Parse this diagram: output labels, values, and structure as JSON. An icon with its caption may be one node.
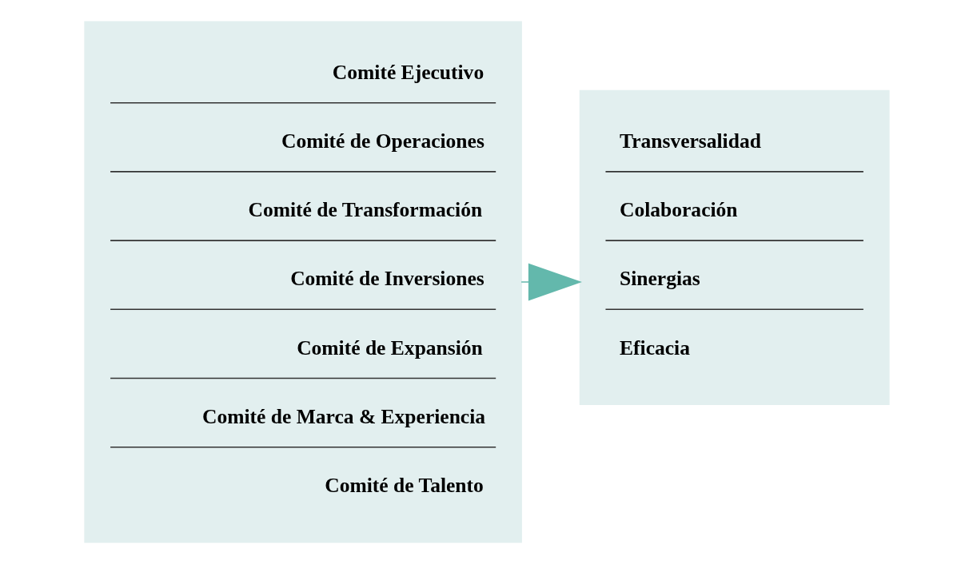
{
  "diagram": {
    "nodes": [
      {
        "text": [],
        "shape": "box"
      },
      {
        "text": [
          "Comité Ejecutivo"
        ],
        "in": 0
      },
      {
        "text": [
          "Comité de Operaciones"
        ],
        "in": 0
      },
      {
        "text": [
          "Comité de Transformación"
        ],
        "in": 0
      },
      {
        "text": [
          "Comité de Inversiones"
        ],
        "in": 0
      },
      {
        "text": [
          "Comité de Expansión"
        ],
        "in": 0
      },
      {
        "text": [
          "Comité de Marca & Experiencia"
        ],
        "in": 0
      },
      {
        "text": [
          "Comité de Talento"
        ],
        "in": 0
      },
      {
        "text": [],
        "shape": "box"
      },
      {
        "text": [
          "Transversalidad"
        ],
        "in": 8
      },
      {
        "text": [
          "Colaboración"
        ],
        "in": 8
      },
      {
        "text": [
          "Sinergias"
        ],
        "in": 8
      },
      {
        "text": [
          "Eficacia"
        ],
        "in": 8
      }
    ],
    "edges": [
      {
        "from": 0,
        "to": 8,
        "arrow": "to"
      }
    ]
  }
}
